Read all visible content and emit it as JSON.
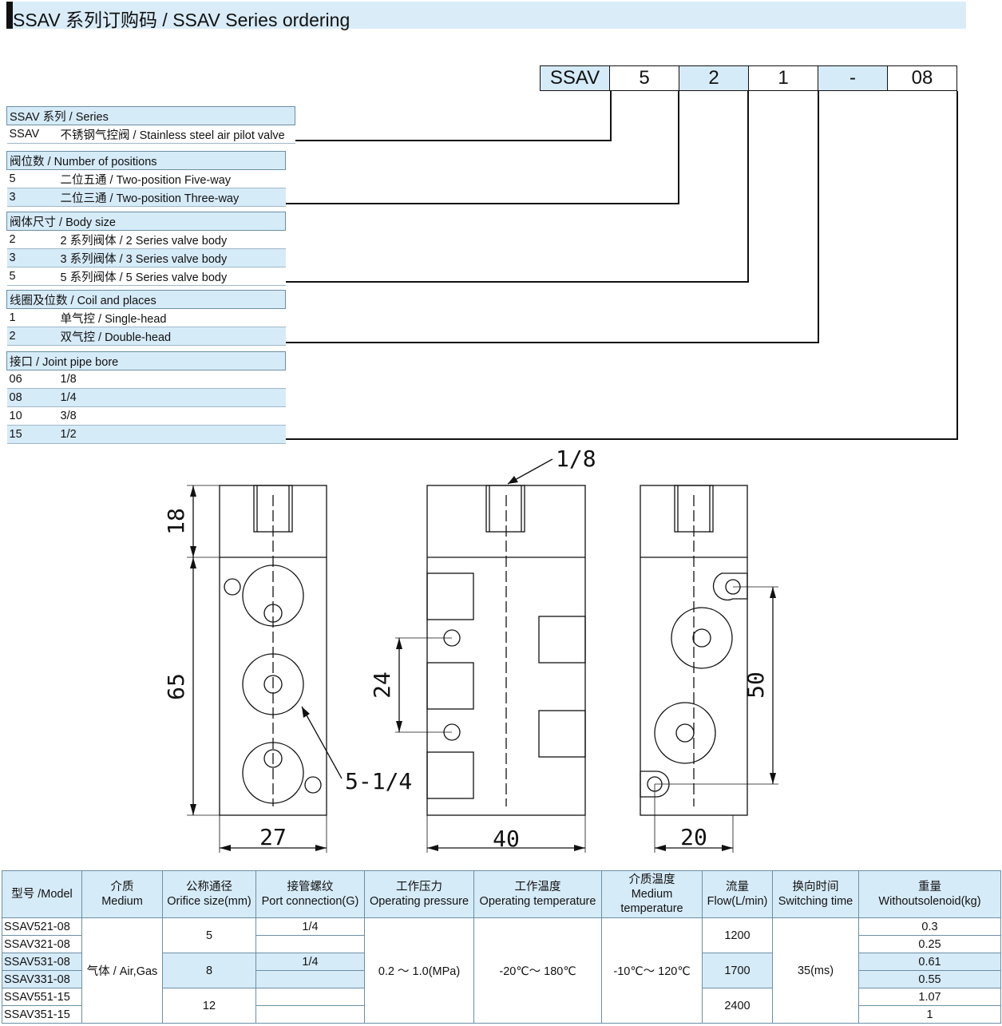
{
  "header": {
    "title": "SSAV 系列订购码 /  SSAV Series ordering"
  },
  "code": [
    "SSAV",
    "5",
    "2",
    "1",
    "-",
    "08"
  ],
  "sections": [
    {
      "title": "SSAV 系列 / Series",
      "rows": [
        [
          "SSAV",
          "不锈钢气控阀 / Stainless steel air pilot valve"
        ]
      ]
    },
    {
      "title": "阀位数 / Number of positions",
      "rows": [
        [
          "5",
          "二位五通 / Two-position Five-way"
        ],
        [
          "3",
          "二位三通 / Two-position Three-way"
        ]
      ]
    },
    {
      "title": "阀体尺寸 / Body size",
      "rows": [
        [
          "2",
          "2 系列阀体 / 2 Series valve body"
        ],
        [
          "3",
          "3 系列阀体 / 3 Series valve body"
        ],
        [
          "5",
          "5 系列阀体 / 5 Series valve body"
        ]
      ]
    },
    {
      "title": "线圈及位数 / Coil and places",
      "rows": [
        [
          "1",
          "单气控 / Single-head"
        ],
        [
          "2",
          "双气控 / Double-head"
        ]
      ]
    },
    {
      "title": "接口 / Joint pipe bore",
      "rows": [
        [
          "06",
          "1/8"
        ],
        [
          "08",
          "1/4"
        ],
        [
          "10",
          "3/8"
        ],
        [
          "15",
          "1/2"
        ]
      ]
    }
  ],
  "drawing": {
    "dim_18": "18",
    "dim_65": "65",
    "dim_27": "27",
    "dim_24": "24",
    "dim_40": "40",
    "dim_50": "50",
    "dim_20": "20",
    "port_label": "1/8",
    "hole_label": "5-1/4"
  },
  "spec": {
    "headers": [
      [
        "型号 /Model",
        ""
      ],
      [
        "介质",
        "Medium"
      ],
      [
        "公称通径",
        "Orifice size(mm)"
      ],
      [
        "接管螺纹",
        "Port connection(G)"
      ],
      [
        "工作压力",
        "Operating pressure"
      ],
      [
        "工作温度",
        "Operating temperature"
      ],
      [
        "介质温度",
        "Medium temperature"
      ],
      [
        "流量",
        "Flow(L/min)"
      ],
      [
        "换向时间",
        "Switching time"
      ],
      [
        "重量",
        "Withoutsolenoid(kg)"
      ]
    ],
    "models": [
      "SSAV521-08",
      "SSAV321-08",
      "SSAV531-08",
      "SSAV331-08",
      "SSAV551-15",
      "SSAV351-15"
    ],
    "medium": "气体 / Air,Gas",
    "orifice": [
      "5",
      "8",
      "12"
    ],
    "ports": [
      "1/4",
      "",
      "1/4",
      "",
      "",
      ""
    ],
    "pressure": "0.2 ～ 1.0(MPa)",
    "op_temp": "-20℃～ 180℃",
    "med_temp": "-10℃～ 120℃",
    "flow": [
      "1200",
      "1700",
      "2400"
    ],
    "switching": "35(ms)",
    "weights": [
      "0.3",
      "0.25",
      "0.61",
      "0.55",
      "1.07",
      "1"
    ]
  }
}
